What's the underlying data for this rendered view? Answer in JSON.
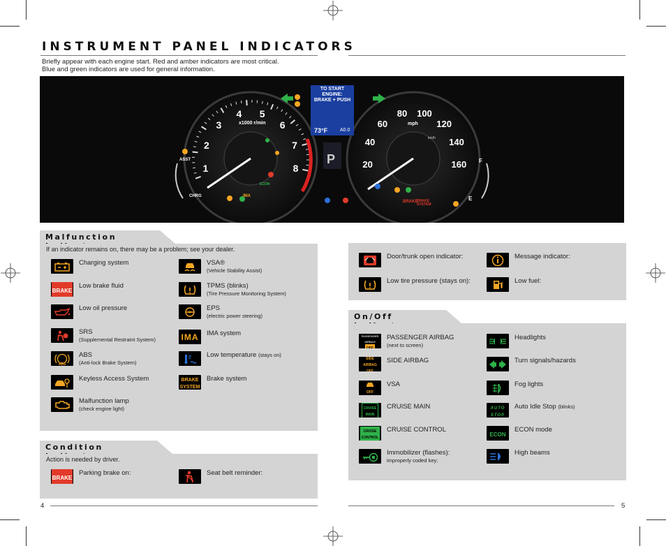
{
  "page_title": "INSTRUMENT PANEL INDICATORS",
  "intro": {
    "line1": "Briefly appear with each engine start. Red and amber indicators are most critical.",
    "line2": "Blue and green indicators are used for general information."
  },
  "dashboard": {
    "screen_line1": "TO START",
    "screen_line2": "ENGINE:",
    "screen_line3": "BRAKE + PUSH",
    "screen_temp": "73°F",
    "screen_right": "A0.0",
    "gear": "P",
    "tach_unit": "x1000 r/min",
    "tach_numbers": [
      "1",
      "2",
      "3",
      "4",
      "5",
      "6",
      "7",
      "8"
    ],
    "speed_unit": "mph",
    "speed_unit_km": "km/h",
    "speed_numbers": [
      "20",
      "40",
      "60",
      "80",
      "100",
      "120",
      "140",
      "160"
    ],
    "assist_label": "ASST",
    "charge_label": "CHRG",
    "fuel_full": "F",
    "fuel_empty": "E",
    "econ_label": "ECON",
    "ima_label": "IMA",
    "brake_label": "BRAKE",
    "brake_system_label": "BRAKE SYSTEM"
  },
  "malfunction": {
    "title": "Malfunction Indicators",
    "subtitle": "If an indicator remains on, there may be a problem; see your dealer.",
    "left_items": [
      {
        "label": "Charging system",
        "sub": ""
      },
      {
        "label": "Low brake fluid",
        "sub": ""
      },
      {
        "label": "Low oil pressure",
        "sub": ""
      },
      {
        "label": "SRS",
        "sub": "(Supplemental Restraint System)"
      },
      {
        "label": "ABS",
        "sub": "(Anti-lock Brake System)"
      },
      {
        "label": "Keyless Access System",
        "sub": ""
      },
      {
        "label": "Malfunction lamp",
        "sub": "(check engine light)"
      }
    ],
    "right_items": [
      {
        "label": "VSA®",
        "sub": "(Vehicle Stability Assist)"
      },
      {
        "label": "TPMS (blinks)",
        "sub": "(Tire Pressure Monitoring System)"
      },
      {
        "label": "EPS",
        "sub": "(electric power steering)"
      },
      {
        "label": "IMA system",
        "sub": ""
      },
      {
        "label": "Low temperature",
        "sub": "(stays on)"
      },
      {
        "label": "Brake system",
        "sub": ""
      }
    ]
  },
  "top_right_items": [
    {
      "label": "Door/trunk open indicator:"
    },
    {
      "label": "Message indicator:"
    },
    {
      "label": "Low tire pressure (stays on):"
    },
    {
      "label": "Low fuel:"
    }
  ],
  "condition": {
    "title": "Condition Indicators",
    "subtitle": "Action is needed by driver.",
    "items": [
      {
        "label": "Parking brake on:"
      },
      {
        "label": "Seat belt reminder:"
      }
    ]
  },
  "onoff": {
    "title": "On/Off Indicators",
    "left_items": [
      {
        "label": "PASSENGER AIRBAG",
        "sub": "(next to screen)"
      },
      {
        "label": "SIDE AIRBAG",
        "sub": ""
      },
      {
        "label": "VSA",
        "sub": ""
      },
      {
        "label": "CRUISE MAIN",
        "sub": ""
      },
      {
        "label": "CRUISE CONTROL",
        "sub": ""
      },
      {
        "label": "Immobilizer (flashes):",
        "sub": "improperly coded key;"
      }
    ],
    "right_items": [
      {
        "label": "Headlights",
        "sub": ""
      },
      {
        "label": "Turn signals/hazards",
        "sub": ""
      },
      {
        "label": "Fog lights",
        "sub": ""
      },
      {
        "label": "Auto Idle Stop",
        "sub": "(blinks)"
      },
      {
        "label": "ECON mode",
        "sub": ""
      },
      {
        "label": "High beams",
        "sub": ""
      }
    ]
  },
  "icon_text": {
    "brake": "BRAKE",
    "ima": "IMA",
    "abs": "ABS",
    "brake_system_1": "BRAKE",
    "brake_system_2": "SYSTEM",
    "pass_airbag_1": "PASSENGER",
    "pass_airbag_2": "AIRBAG",
    "pass_airbag_3": "OFF",
    "side_airbag_1": "SIDE",
    "side_airbag_2": "AIRBAG",
    "side_airbag_3": "OFF",
    "cruise_main_1": "CRUISE",
    "cruise_main_2": "MAIN",
    "cruise_control_1": "CRUISE",
    "cruise_control_2": "CONTROL",
    "auto_stop_1": "AUTO",
    "auto_stop_2": "STOP",
    "econ": "ECON",
    "vsa_off": "OFF"
  },
  "page_numbers": {
    "left": "4",
    "right": "5"
  },
  "colors": {
    "amber": "#f5a623",
    "red": "#e23a2a",
    "green": "#2fb24a",
    "blue": "#2a6fd6",
    "panel_bg": "#d4d4d4"
  }
}
